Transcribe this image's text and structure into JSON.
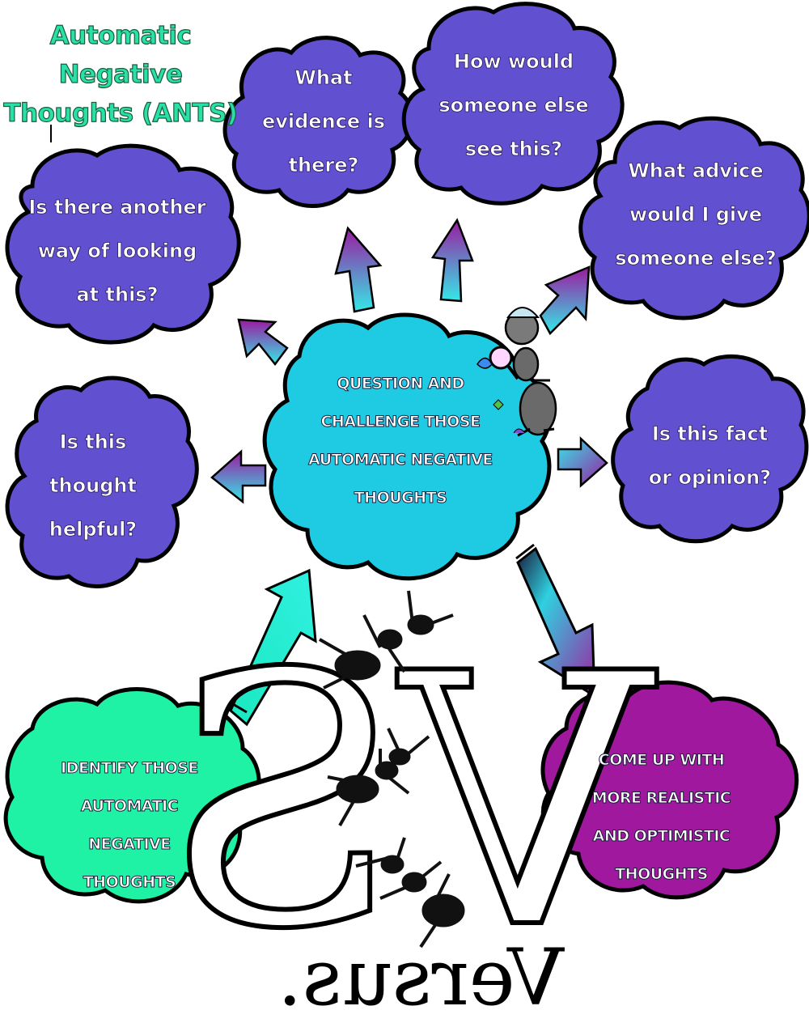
{
  "title": {
    "line1": "Automatic Negative",
    "line2": "Thoughts (ANTS)"
  },
  "center": {
    "lines": [
      "Question and",
      "challenge those",
      "automatic negative",
      "thoughts"
    ],
    "color": "#1ecbe3"
  },
  "questions": [
    {
      "id": "evidence",
      "lines": [
        "What",
        "evidence is",
        "there?"
      ]
    },
    {
      "id": "someone-else",
      "lines": [
        "How would",
        "someone else",
        "see this?"
      ]
    },
    {
      "id": "advice",
      "lines": [
        "What advice",
        "would I give",
        "someone else?"
      ]
    },
    {
      "id": "another-way",
      "lines": [
        "Is there another",
        "way of looking",
        "at this?"
      ]
    },
    {
      "id": "helpful",
      "lines": [
        "Is this",
        "thought",
        "helpful?"
      ]
    },
    {
      "id": "fact-opinion",
      "lines": [
        "Is this fact",
        "or opinion?"
      ]
    }
  ],
  "identify": {
    "lines": [
      "Identify those",
      "automatic",
      "negative",
      "thoughts"
    ],
    "color": "#1ff2a4"
  },
  "realistic": {
    "lines": [
      "Come up with",
      "more realistic",
      "and optimistic",
      "thoughts"
    ],
    "color": "#a0189e"
  },
  "versus": {
    "big_letters": "VS",
    "word": "Versus."
  },
  "colors": {
    "question_cloud": "#6150d0",
    "outline": "#000000",
    "arrow_start": "#2ee6e6",
    "arrow_end": "#9a1aa0",
    "title_fill": "#28e0a8"
  }
}
